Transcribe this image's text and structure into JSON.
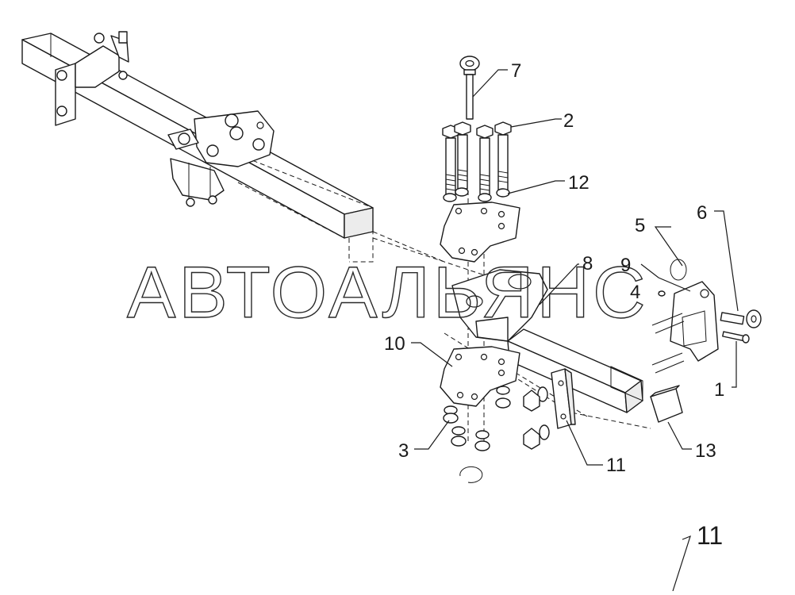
{
  "watermark": {
    "text": "АВТОАЛЬЯНС"
  },
  "callouts": [
    {
      "id": "7",
      "label": "7"
    },
    {
      "id": "2",
      "label": "2"
    },
    {
      "id": "12",
      "label": "12"
    },
    {
      "id": "5",
      "label": "5"
    },
    {
      "id": "6",
      "label": "6"
    },
    {
      "id": "8",
      "label": "8"
    },
    {
      "id": "9",
      "label": "9"
    },
    {
      "id": "4",
      "label": "4"
    },
    {
      "id": "10",
      "label": "10"
    },
    {
      "id": "1",
      "label": "1"
    },
    {
      "id": "3",
      "label": "3"
    },
    {
      "id": "11",
      "label": "11"
    },
    {
      "id": "13",
      "label": "13"
    },
    {
      "id": "11b",
      "label": "11"
    }
  ]
}
